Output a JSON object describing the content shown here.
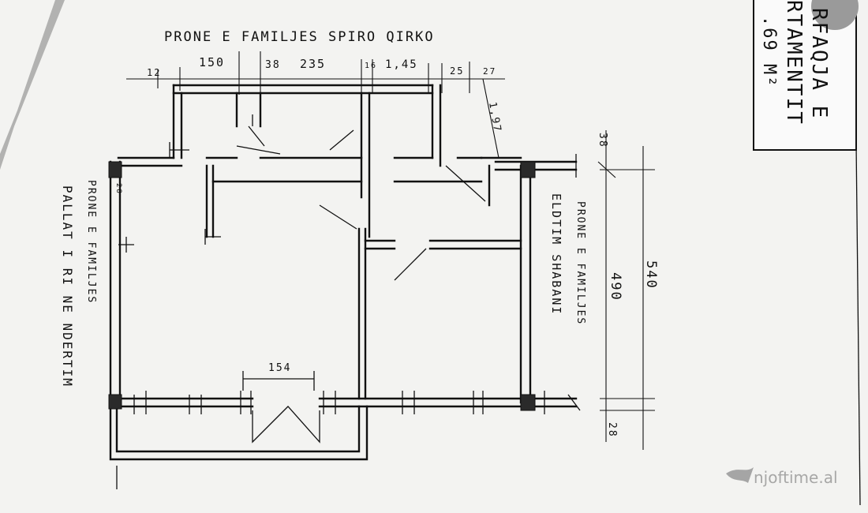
{
  "labels": {
    "top_neighbor": "PRONE E FAMILJES SPIRO QIRKO",
    "left_neighbor_1": "PRONE E FAMILJES",
    "left_neighbor_2": "PALLAT I RI NE NDERTIM",
    "right_neighbor_1": "PRONE E FAMILJES",
    "right_neighbor_2": "ELDTIM SHABANI"
  },
  "title_box": {
    "line1": "RFAQJA E",
    "line2": "RTAMENTIT",
    "line3": ".69 M²"
  },
  "dimensions": {
    "top": [
      "12",
      "150",
      "38",
      "235",
      "16",
      "1,45",
      "25",
      "27"
    ],
    "right_vertical_small": "1,97",
    "right_total": "540",
    "right_inner": "490",
    "right_top": "38",
    "right_bottom": "28",
    "door_width": "154",
    "left_small": "28"
  },
  "watermark": "njoftime.al",
  "colors": {
    "paper": "#f3f3f1",
    "ink": "#111111"
  }
}
